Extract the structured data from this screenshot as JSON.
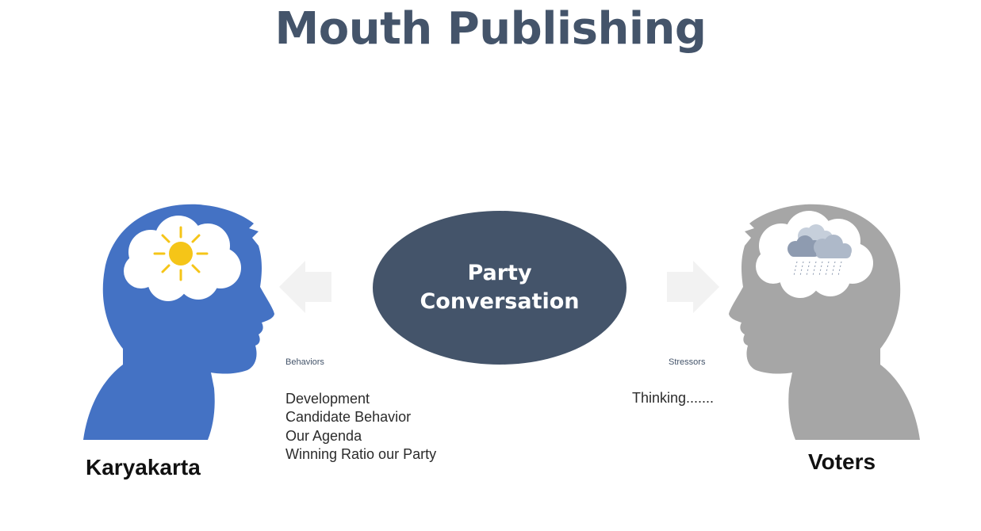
{
  "title": "Mouth Publishing",
  "center": {
    "line1": "Party",
    "line2": "Conversation"
  },
  "left": {
    "name": "Karyakarta",
    "label": "Behaviors",
    "items": [
      "Development",
      "Candidate Behavior",
      "Our Agenda",
      "Winning Ratio our Party"
    ],
    "head_color": "#4472c4",
    "thought_icon": "sun-icon"
  },
  "right": {
    "name": "Voters",
    "label": "Stressors",
    "note": "Thinking.......",
    "head_color": "#a6a6a6",
    "thought_icon": "rain-cloud-icon"
  },
  "colors": {
    "title": "#44546a",
    "ellipse": "#44546a",
    "arrow": "#f2f2f2",
    "sun": "#f5c518",
    "label": "#44546a"
  }
}
